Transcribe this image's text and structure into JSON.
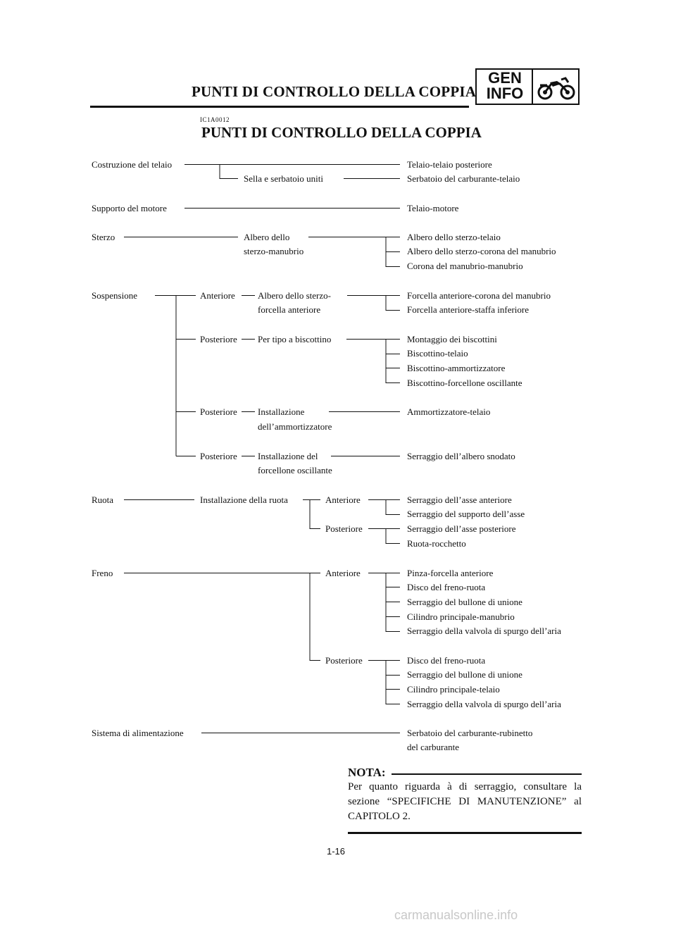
{
  "header": {
    "title": "PUNTI DI CONTROLLO DELLA COPPIA",
    "badge": "GEN\nINFO",
    "badge_icon": "motorcycle-icon"
  },
  "section": {
    "code": "IC1A0012",
    "title": "PUNTI DI CONTROLLO DELLA COPPIA"
  },
  "tree": {
    "telaio": {
      "label": "Costruzione del telaio",
      "sub": "Sella e serbatoio uniti",
      "r1": "Telaio-telaio posteriore",
      "r2": "Serbatoio del carburante-telaio"
    },
    "motore": {
      "label": "Supporto del motore",
      "r1": "Telaio-motore"
    },
    "sterzo": {
      "label": "Sterzo",
      "sub1": "Albero dello",
      "sub2": "sterzo-manubrio",
      "r1": "Albero dello sterzo-telaio",
      "r2": "Albero dello sterzo-corona del manubrio",
      "r3": "Corona del manubrio-manubrio"
    },
    "sosp": {
      "label": "Sospensione",
      "b1": {
        "pos": "Anteriore",
        "sub1": "Albero dello sterzo-",
        "sub2": "forcella anteriore",
        "r1": "Forcella anteriore-corona del manubrio",
        "r2": "Forcella anteriore-staffa inferiore"
      },
      "b2": {
        "pos": "Posteriore",
        "sub1": "Per tipo a biscottino",
        "r1": "Montaggio dei biscottini",
        "r2": "Biscottino-telaio",
        "r3": "Biscottino-ammortizzatore",
        "r4": "Biscottino-forcellone oscillante"
      },
      "b3": {
        "pos": "Posteriore",
        "sub1": "Installazione",
        "sub2": "dell’ammortizzatore",
        "r1": "Ammortizzatore-telaio"
      },
      "b4": {
        "pos": "Posteriore",
        "sub1": "Installazione del",
        "sub2": "forcellone oscillante",
        "r1": "Serraggio dell’albero snodato"
      }
    },
    "ruota": {
      "label": "Ruota",
      "sub": "Installazione della ruota",
      "a": "Anteriore",
      "p": "Posteriore",
      "r1": "Serraggio dell’asse anteriore",
      "r2": "Serraggio del supporto dell’asse",
      "r3": "Serraggio dell’asse posteriore",
      "r4": "Ruota-rocchetto"
    },
    "freno": {
      "label": "Freno",
      "a": "Anteriore",
      "p": "Posteriore",
      "a1": "Pinza-forcella anteriore",
      "a2": "Disco del freno-ruota",
      "a3": "Serraggio del bullone di unione",
      "a4": "Cilindro principale-manubrio",
      "a5": "Serraggio della valvola di spurgo dell’aria",
      "p1": "Disco del freno-ruota",
      "p2": "Serraggio del bullone di unione",
      "p3": "Cilindro principale-telaio",
      "p4": "Serraggio della valvola di spurgo dell’aria"
    },
    "alim": {
      "label": "Sistema di alimentazione",
      "r1": "Serbatoio del carburante-rubinetto",
      "r2": "del carburante"
    }
  },
  "nota": {
    "label": "NOTA:",
    "body": "Per quanto riguarda à di serraggio, consultare la sezione “SPECIFICHE DI MANUTENZIONE” al CAPITOLO 2."
  },
  "footer": {
    "page": "1-16",
    "watermark": "carmanualsonline.info"
  }
}
